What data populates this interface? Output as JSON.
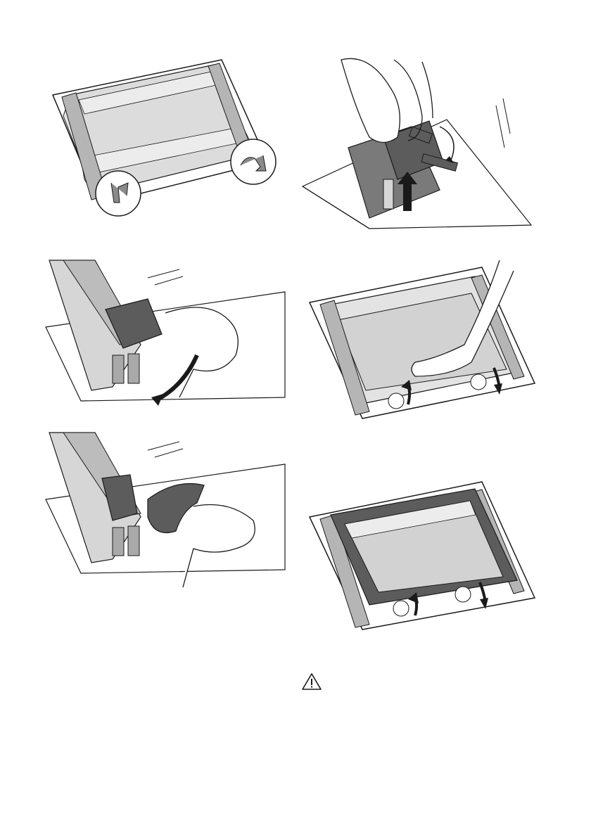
{
  "manual_page": {
    "steps": [
      {
        "id": 1,
        "subject": "door-glass-with-corner-clips-highlighted"
      },
      {
        "id": 2,
        "subject": "lift-clip-off-glass-pin"
      },
      {
        "id": 3,
        "subject": "rotate-clip-outward"
      },
      {
        "id": 4,
        "subject": "remove-inner-glass-panel"
      },
      {
        "id": 5,
        "subject": "clip-released-from-door-frame"
      },
      {
        "id": 6,
        "subject": "remove-glass-frame"
      }
    ],
    "icons": {
      "warning": "warning-triangle-icon",
      "arrow_up": "arrow-up-icon",
      "arrow_down": "arrow-down-icon",
      "rotate": "rotate-arrow-icon"
    },
    "colors": {
      "line": "#1a1a1a",
      "dark_part": "#5c5c5c",
      "mid_gray": "#a9a9a9",
      "light_gray": "#d6d6d6",
      "glass": "#e3e3e3",
      "glass_inner": "#d2d2d2",
      "skin": "#ffffff"
    }
  }
}
